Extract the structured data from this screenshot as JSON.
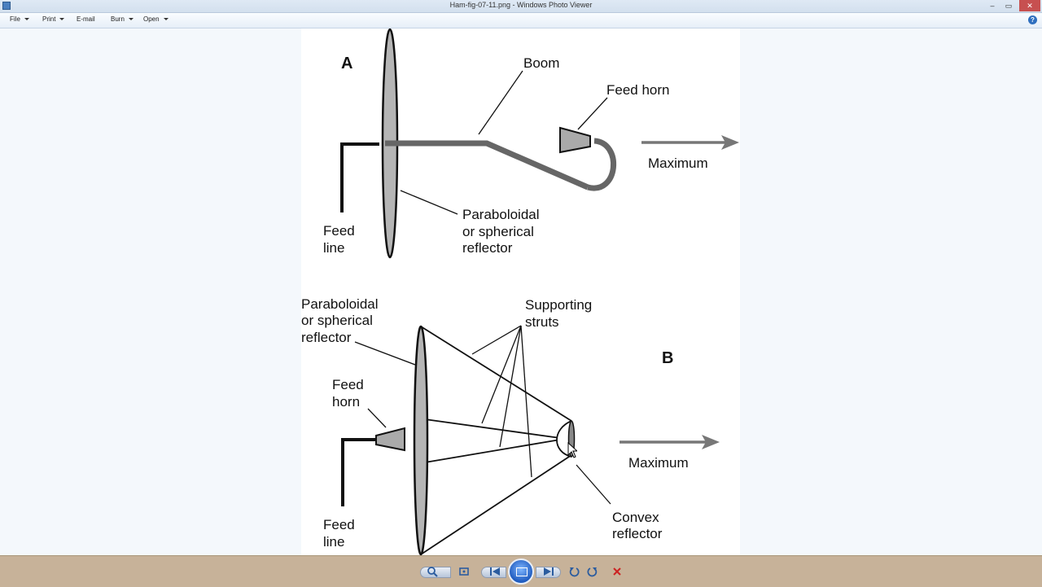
{
  "window": {
    "title": "Ham-fig-07-11.png - Windows Photo Viewer",
    "controls": [
      "–",
      "▭",
      "✕"
    ]
  },
  "menu": {
    "items": [
      {
        "label": "File",
        "has_caret": true
      },
      {
        "label": "Print",
        "has_caret": true
      },
      {
        "label": "E-mail",
        "has_caret": false
      },
      {
        "label": "Burn",
        "has_caret": true
      },
      {
        "label": "Open",
        "has_caret": true
      }
    ],
    "help_icon": "help-icon"
  },
  "figure": {
    "a": {
      "letter": "A",
      "boom": "Boom",
      "feed_horn": "Feed horn",
      "maximum": "Maximum",
      "feed_line_1": "Feed",
      "feed_line_2": "line",
      "reflector_1": "Paraboloidal",
      "reflector_2": "or spherical",
      "reflector_3": "reflector"
    },
    "b": {
      "letter": "B",
      "reflector_1": "Paraboloidal",
      "reflector_2": "or spherical",
      "reflector_3": "reflector",
      "struts_1": "Supporting",
      "struts_2": "struts",
      "feed_horn_1": "Feed",
      "feed_horn_2": "horn",
      "maximum": "Maximum",
      "convex_1": "Convex",
      "convex_2": "reflector",
      "feed_line_1": "Feed",
      "feed_line_2": "line"
    }
  },
  "toolbar": {
    "icons": [
      "zoom-icon",
      "actual-size-icon",
      "previous-icon",
      "slideshow-icon",
      "next-icon",
      "rotate-left-icon",
      "rotate-right-icon",
      "delete-icon"
    ],
    "accent": "#1f5bbf",
    "delete_color": "#cc2222"
  }
}
